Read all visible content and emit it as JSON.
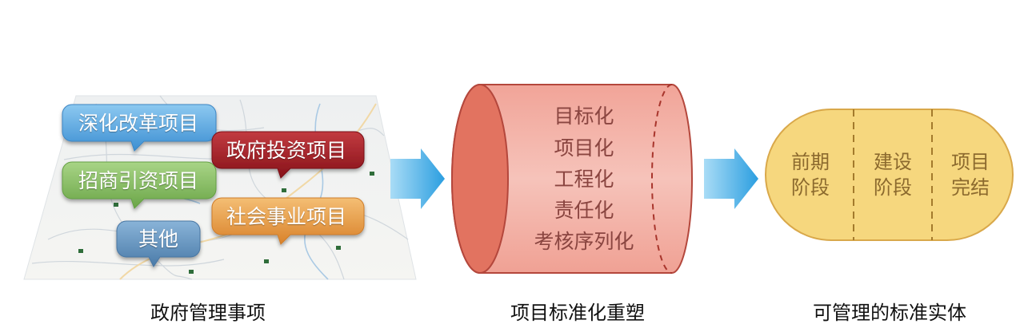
{
  "map_section": {
    "bubbles": [
      {
        "label": "深化改革项目",
        "color": "#4f9fd8"
      },
      {
        "label": "政府投资项目",
        "color": "#9b1b22"
      },
      {
        "label": "招商引资项目",
        "color": "#7cb25a"
      },
      {
        "label": "社会事业项目",
        "color": "#e49a3c"
      },
      {
        "label": "其他",
        "color": "#5b8cb7"
      }
    ],
    "caption": "政府管理事项"
  },
  "cylinder_section": {
    "lines": [
      "目标化",
      "项目化",
      "工程化",
      "责任化",
      "考核序列化"
    ],
    "caption": "项目标准化重塑"
  },
  "entity_section": {
    "phases": [
      {
        "line1": "前期",
        "line2": "阶段"
      },
      {
        "line1": "建设",
        "line2": "阶段"
      },
      {
        "line1": "项目",
        "line2": "完结"
      }
    ],
    "caption": "可管理的标准实体"
  },
  "colors": {
    "arrow": "#3aa7e3",
    "cylinder_body": "#f2b0a6",
    "cylinder_end": "#e27360",
    "capsule_fill": "#f6d77e",
    "capsule_border": "#d9a84a"
  }
}
